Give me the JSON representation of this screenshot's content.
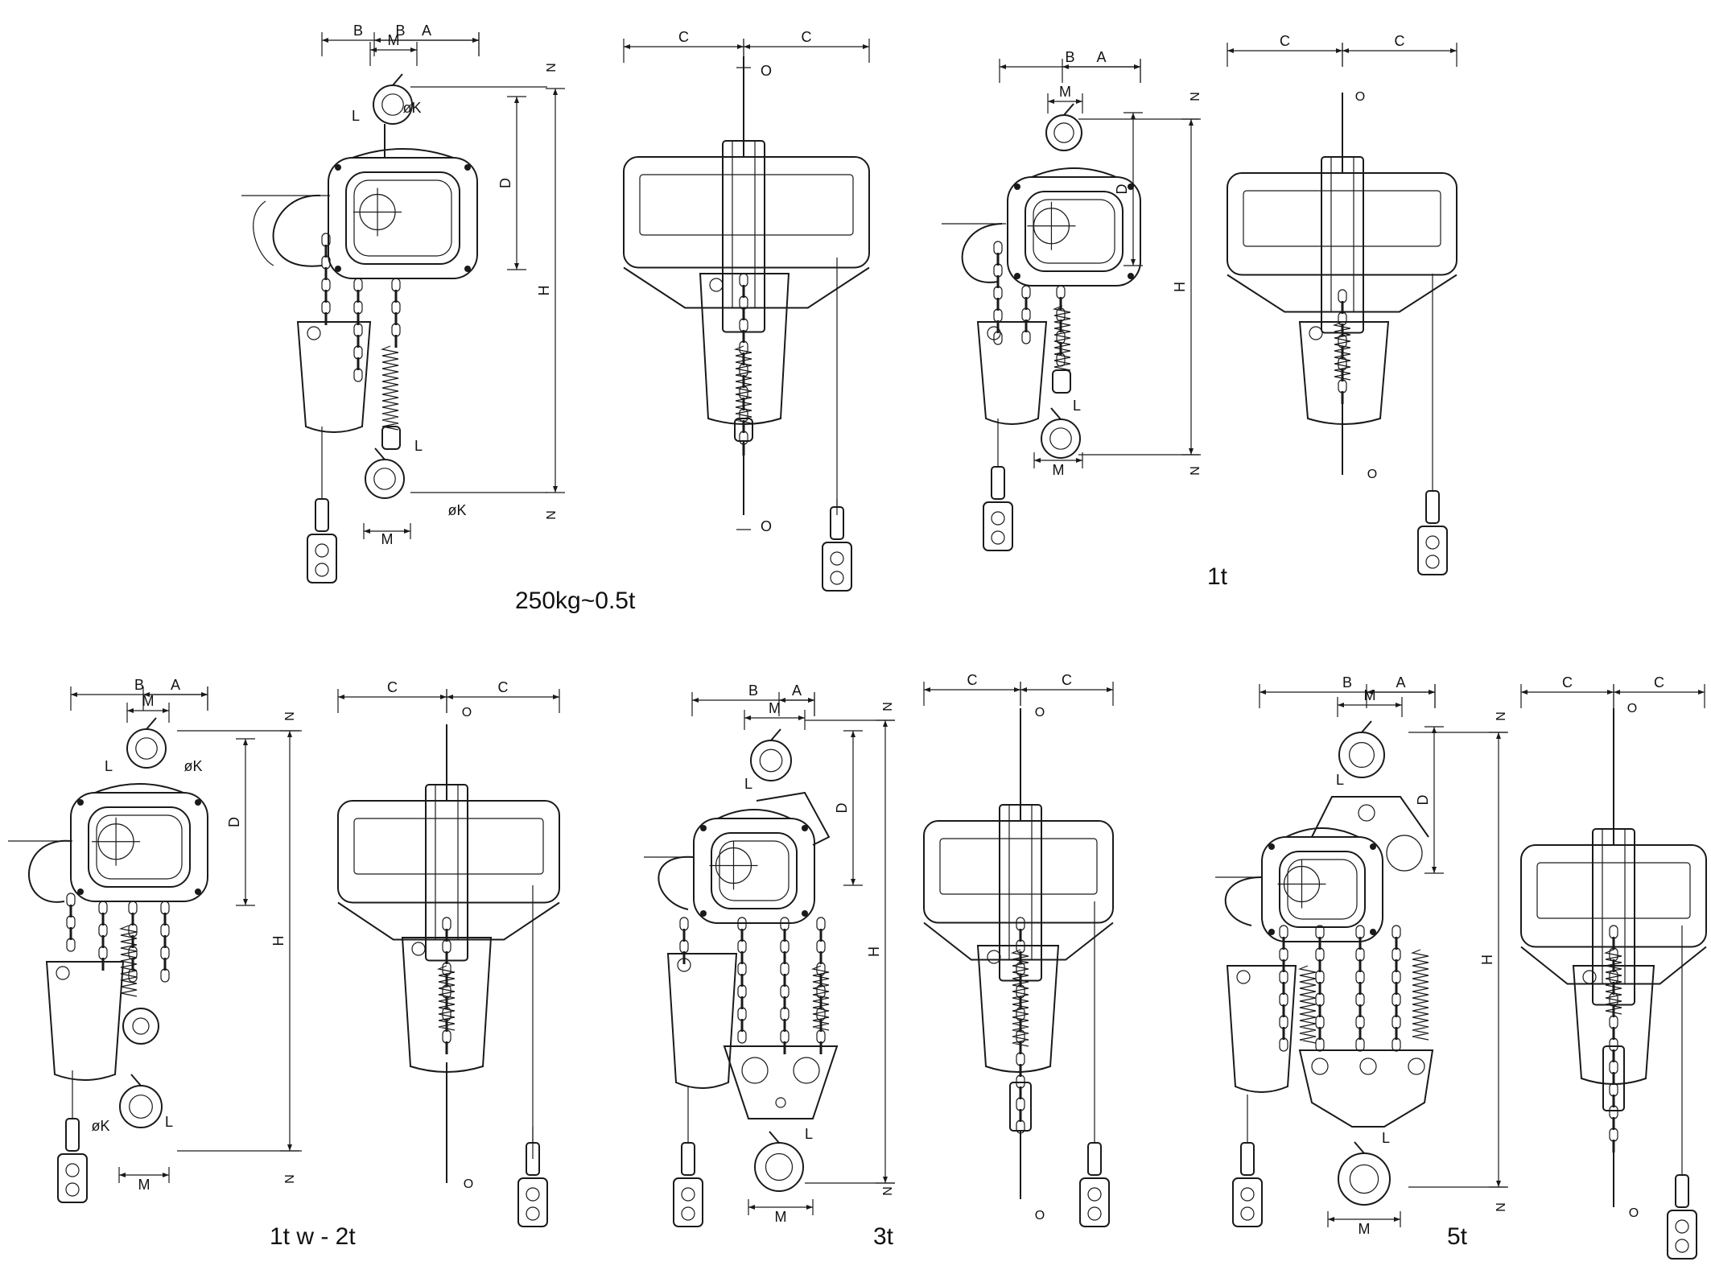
{
  "dims": {
    "a": "A",
    "b": "B",
    "c": "C",
    "d": "D",
    "h": "H",
    "m": "M",
    "n": "N",
    "o": "O",
    "l": "L",
    "k": "øK"
  },
  "captions": {
    "g1": "250kg~0.5t",
    "g2": "1t",
    "g3": "1t w - 2t",
    "g4": "3t",
    "g5": "5t"
  },
  "colors": {
    "line": "#1a1a1a",
    "paper": "#ffffff"
  }
}
